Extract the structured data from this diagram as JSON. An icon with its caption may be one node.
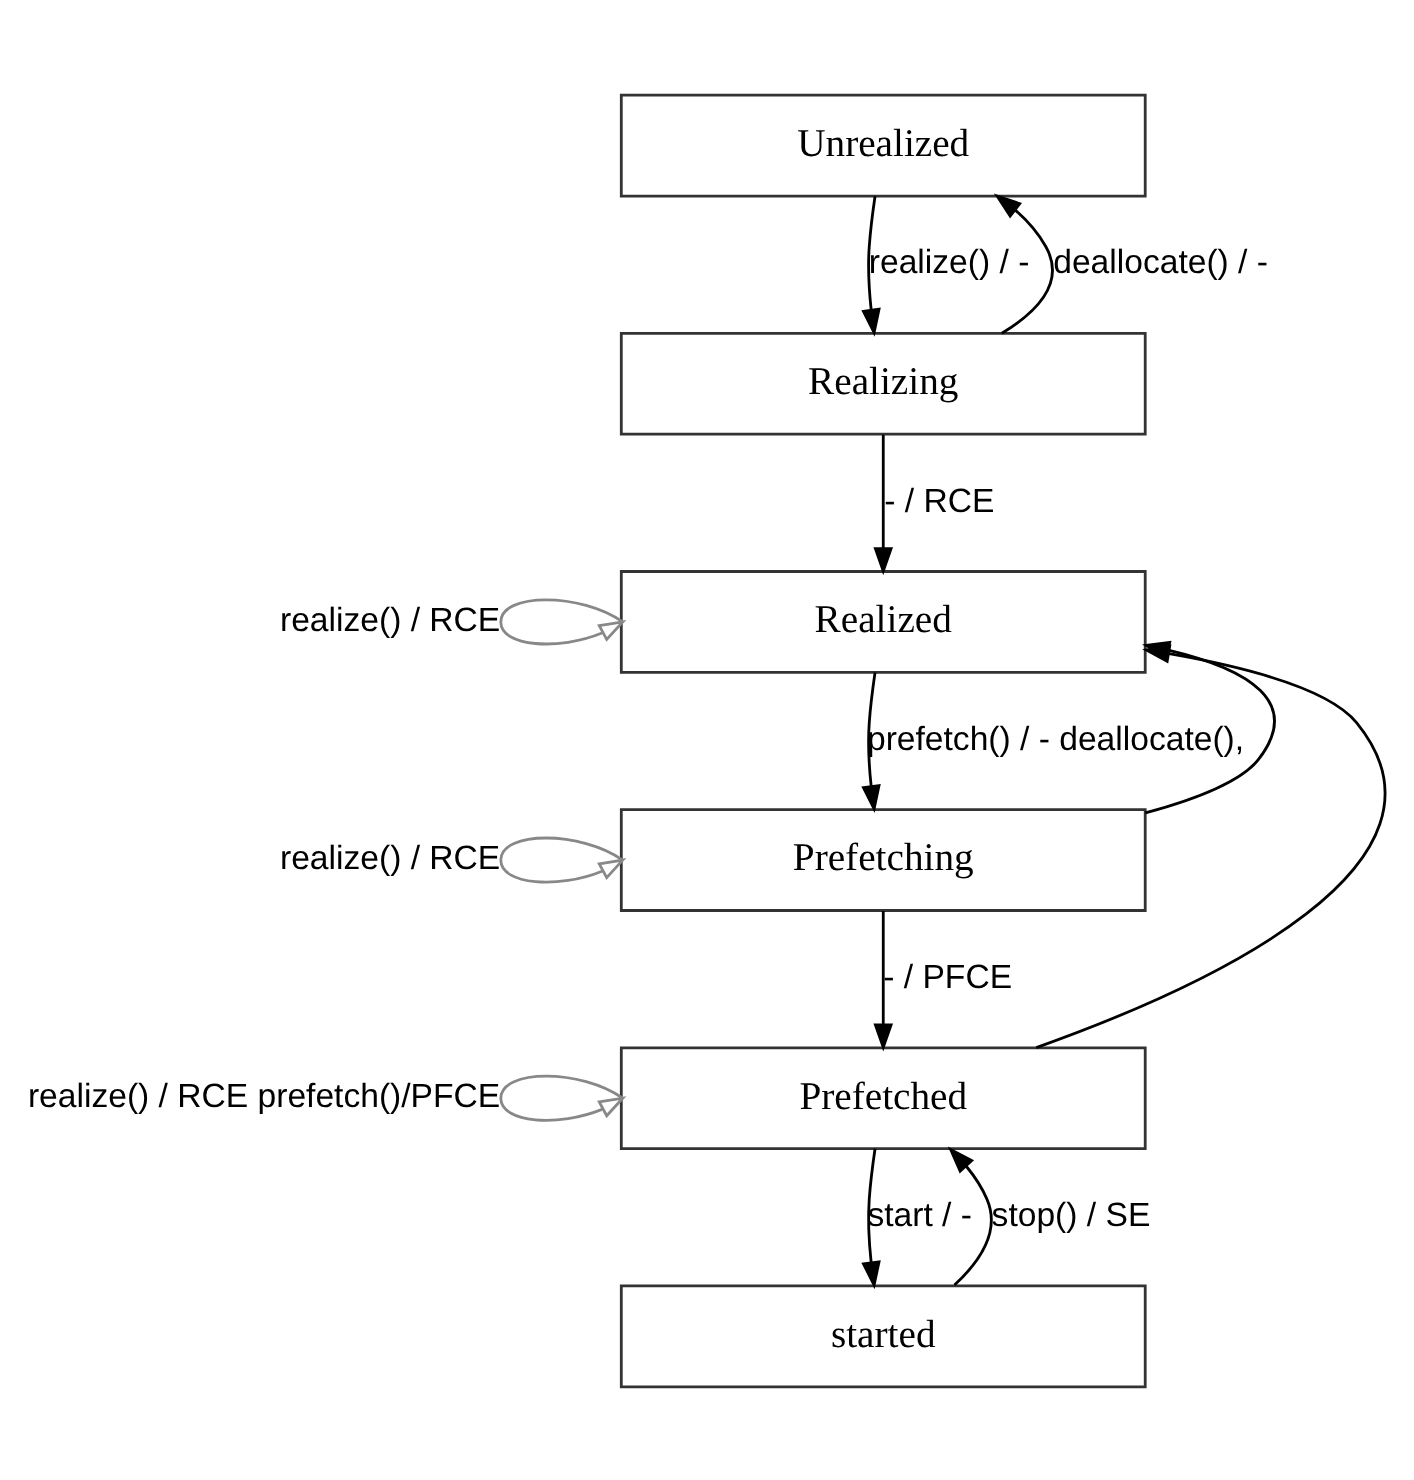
{
  "diagram": {
    "nodes": [
      {
        "text": [
          "Unrealized"
        ]
      },
      {
        "text": [
          "Realizing"
        ]
      },
      {
        "text": [
          "Realized"
        ]
      },
      {
        "text": [
          "Prefetching"
        ]
      },
      {
        "text": [
          "Prefetched"
        ]
      },
      {
        "text": [
          "started"
        ]
      }
    ],
    "edges": [
      {
        "from": 0,
        "to": 1,
        "arrow": "to",
        "label": "realize() / -"
      },
      {
        "from": 1,
        "to": 0,
        "arrow": "to",
        "label": "deallocate() / -"
      },
      {
        "from": 1,
        "to": 2,
        "arrow": "to",
        "label": "- / RCE"
      },
      {
        "from": 2,
        "to": 2,
        "arrow": "to",
        "label": "realize() / RCE",
        "color": "#888888"
      },
      {
        "from": 2,
        "to": 3,
        "arrow": "to",
        "label": "prefetch() / - deallocate(),"
      },
      {
        "from": 3,
        "to": 2,
        "arrow": "to"
      },
      {
        "from": 3,
        "to": 3,
        "arrow": "to",
        "label": "realize() / RCE",
        "color": "#888888"
      },
      {
        "from": 3,
        "to": 4,
        "arrow": "to",
        "label": "- / PFCE"
      },
      {
        "from": 4,
        "to": 2,
        "arrow": "to"
      },
      {
        "from": 4,
        "to": 4,
        "arrow": "to",
        "label": "realize() / RCE prefetch()/PFCE",
        "color": "#888888"
      },
      {
        "from": 4,
        "to": 5,
        "arrow": "to",
        "label": "start / -"
      },
      {
        "from": 5,
        "to": 4,
        "arrow": "to",
        "label": "stop() / SE"
      }
    ]
  }
}
